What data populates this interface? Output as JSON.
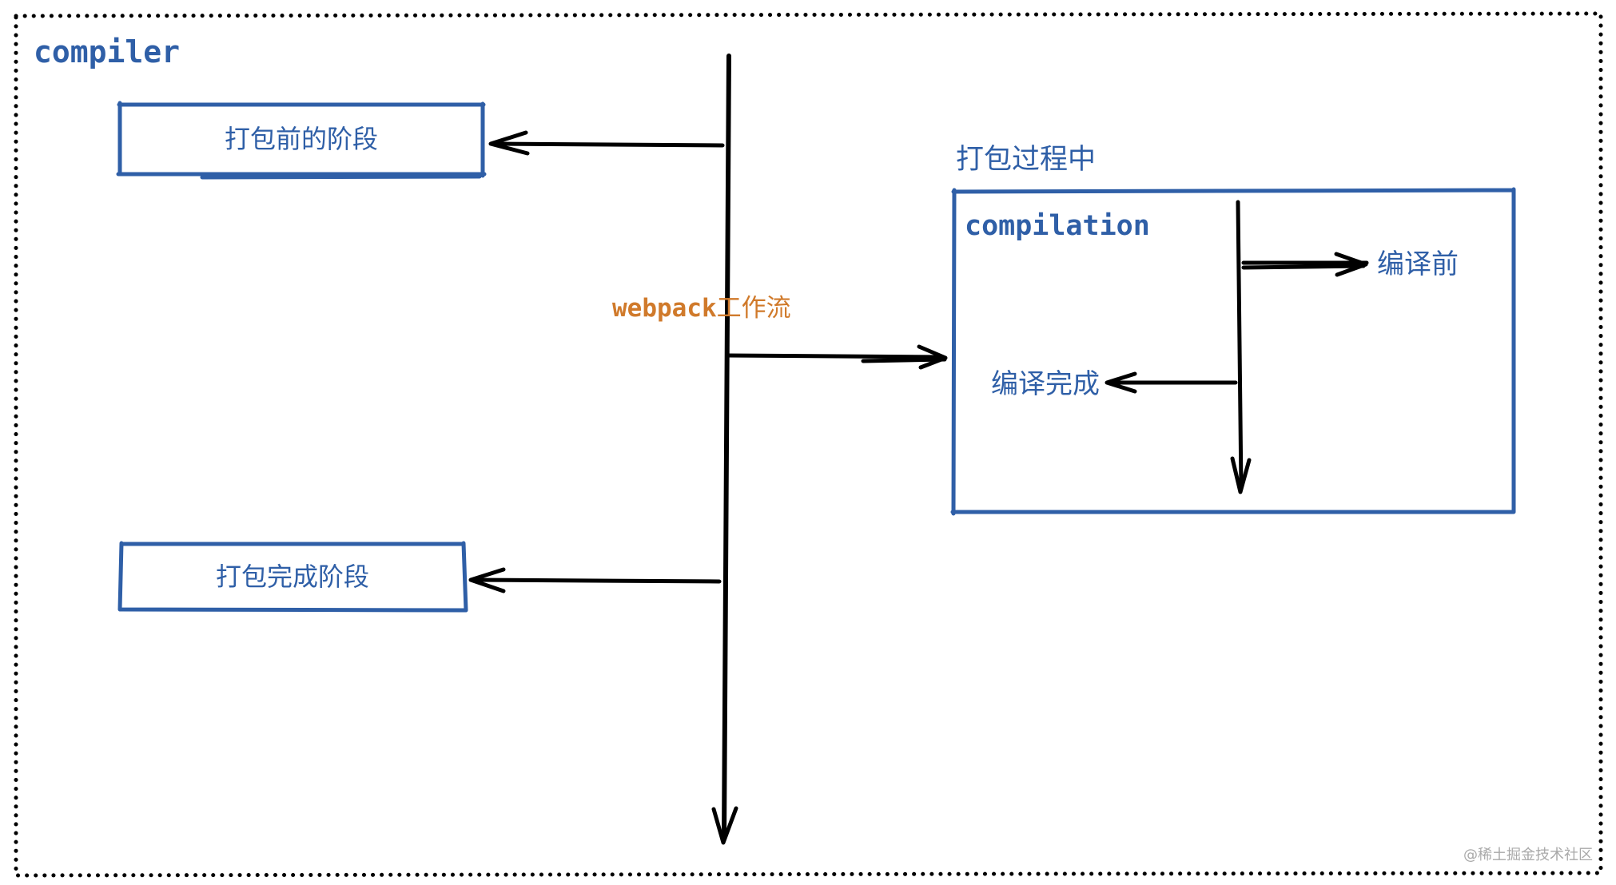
{
  "colors": {
    "blue": "#2f5fa7",
    "orange": "#d07a2b",
    "black": "#000000",
    "watermark": "#a9a9a9"
  },
  "compiler": {
    "title": "compiler"
  },
  "left_stages": {
    "before_pack": "打包前的阶段",
    "pack_done": "打包完成阶段"
  },
  "workflow": {
    "label_en": "webpack",
    "label_zh": "工作流"
  },
  "compilation": {
    "caption": "打包过程中",
    "title": "compilation",
    "before_compile": "编译前",
    "compile_done": "编译完成"
  },
  "watermark": "@稀土掘金技术社区"
}
